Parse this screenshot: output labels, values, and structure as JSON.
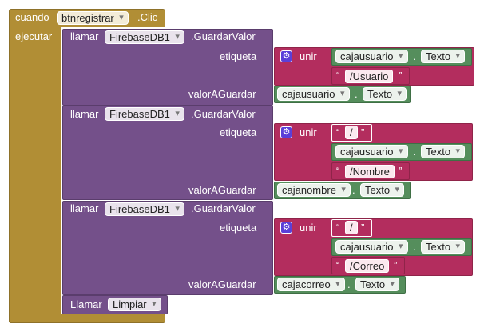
{
  "event": {
    "when": "cuando",
    "component": "btnregistrar",
    "event_name": ".Clic",
    "do": "ejecutar"
  },
  "call1": {
    "call": "llamar",
    "component": "FirebaseDB1",
    "method": ".GuardarValor",
    "tag_label": "etiqueta",
    "value_label": "valorAGuardar",
    "join": "unir",
    "tag_comp": "cajausuario",
    "tag_prop": "Texto",
    "tag_text": "/Usuario",
    "val_comp": "cajausuario",
    "val_prop": "Texto"
  },
  "call2": {
    "call": "llamar",
    "component": "FirebaseDB1",
    "method": ".GuardarValor",
    "tag_label": "etiqueta",
    "value_label": "valorAGuardar",
    "join": "unir",
    "slash": "/",
    "tag_comp": "cajausuario",
    "tag_prop": "Texto",
    "tag_text": "/Nombre",
    "val_comp": "cajanombre",
    "val_prop": "Texto"
  },
  "call3": {
    "call": "llamar",
    "component": "FirebaseDB1",
    "method": ".GuardarValor",
    "tag_label": "etiqueta",
    "value_label": "valorAGuardar",
    "join": "unir",
    "slash": "/",
    "tag_comp": "cajausuario",
    "tag_prop": "Texto",
    "tag_text": "/Correo",
    "val_comp": "cajacorreo",
    "val_prop": "Texto"
  },
  "call4": {
    "call": "Llamar",
    "procedure": "Limpiar"
  },
  "glyphs": {
    "open_quote": "“",
    "close_quote": "”",
    "dot": ".",
    "paren": "("
  },
  "colors": {
    "event": "#b18e35",
    "procedure": "#74508a",
    "text": "#b32d5e",
    "component": "#558e5c",
    "mutator": "#5b3fd8"
  }
}
